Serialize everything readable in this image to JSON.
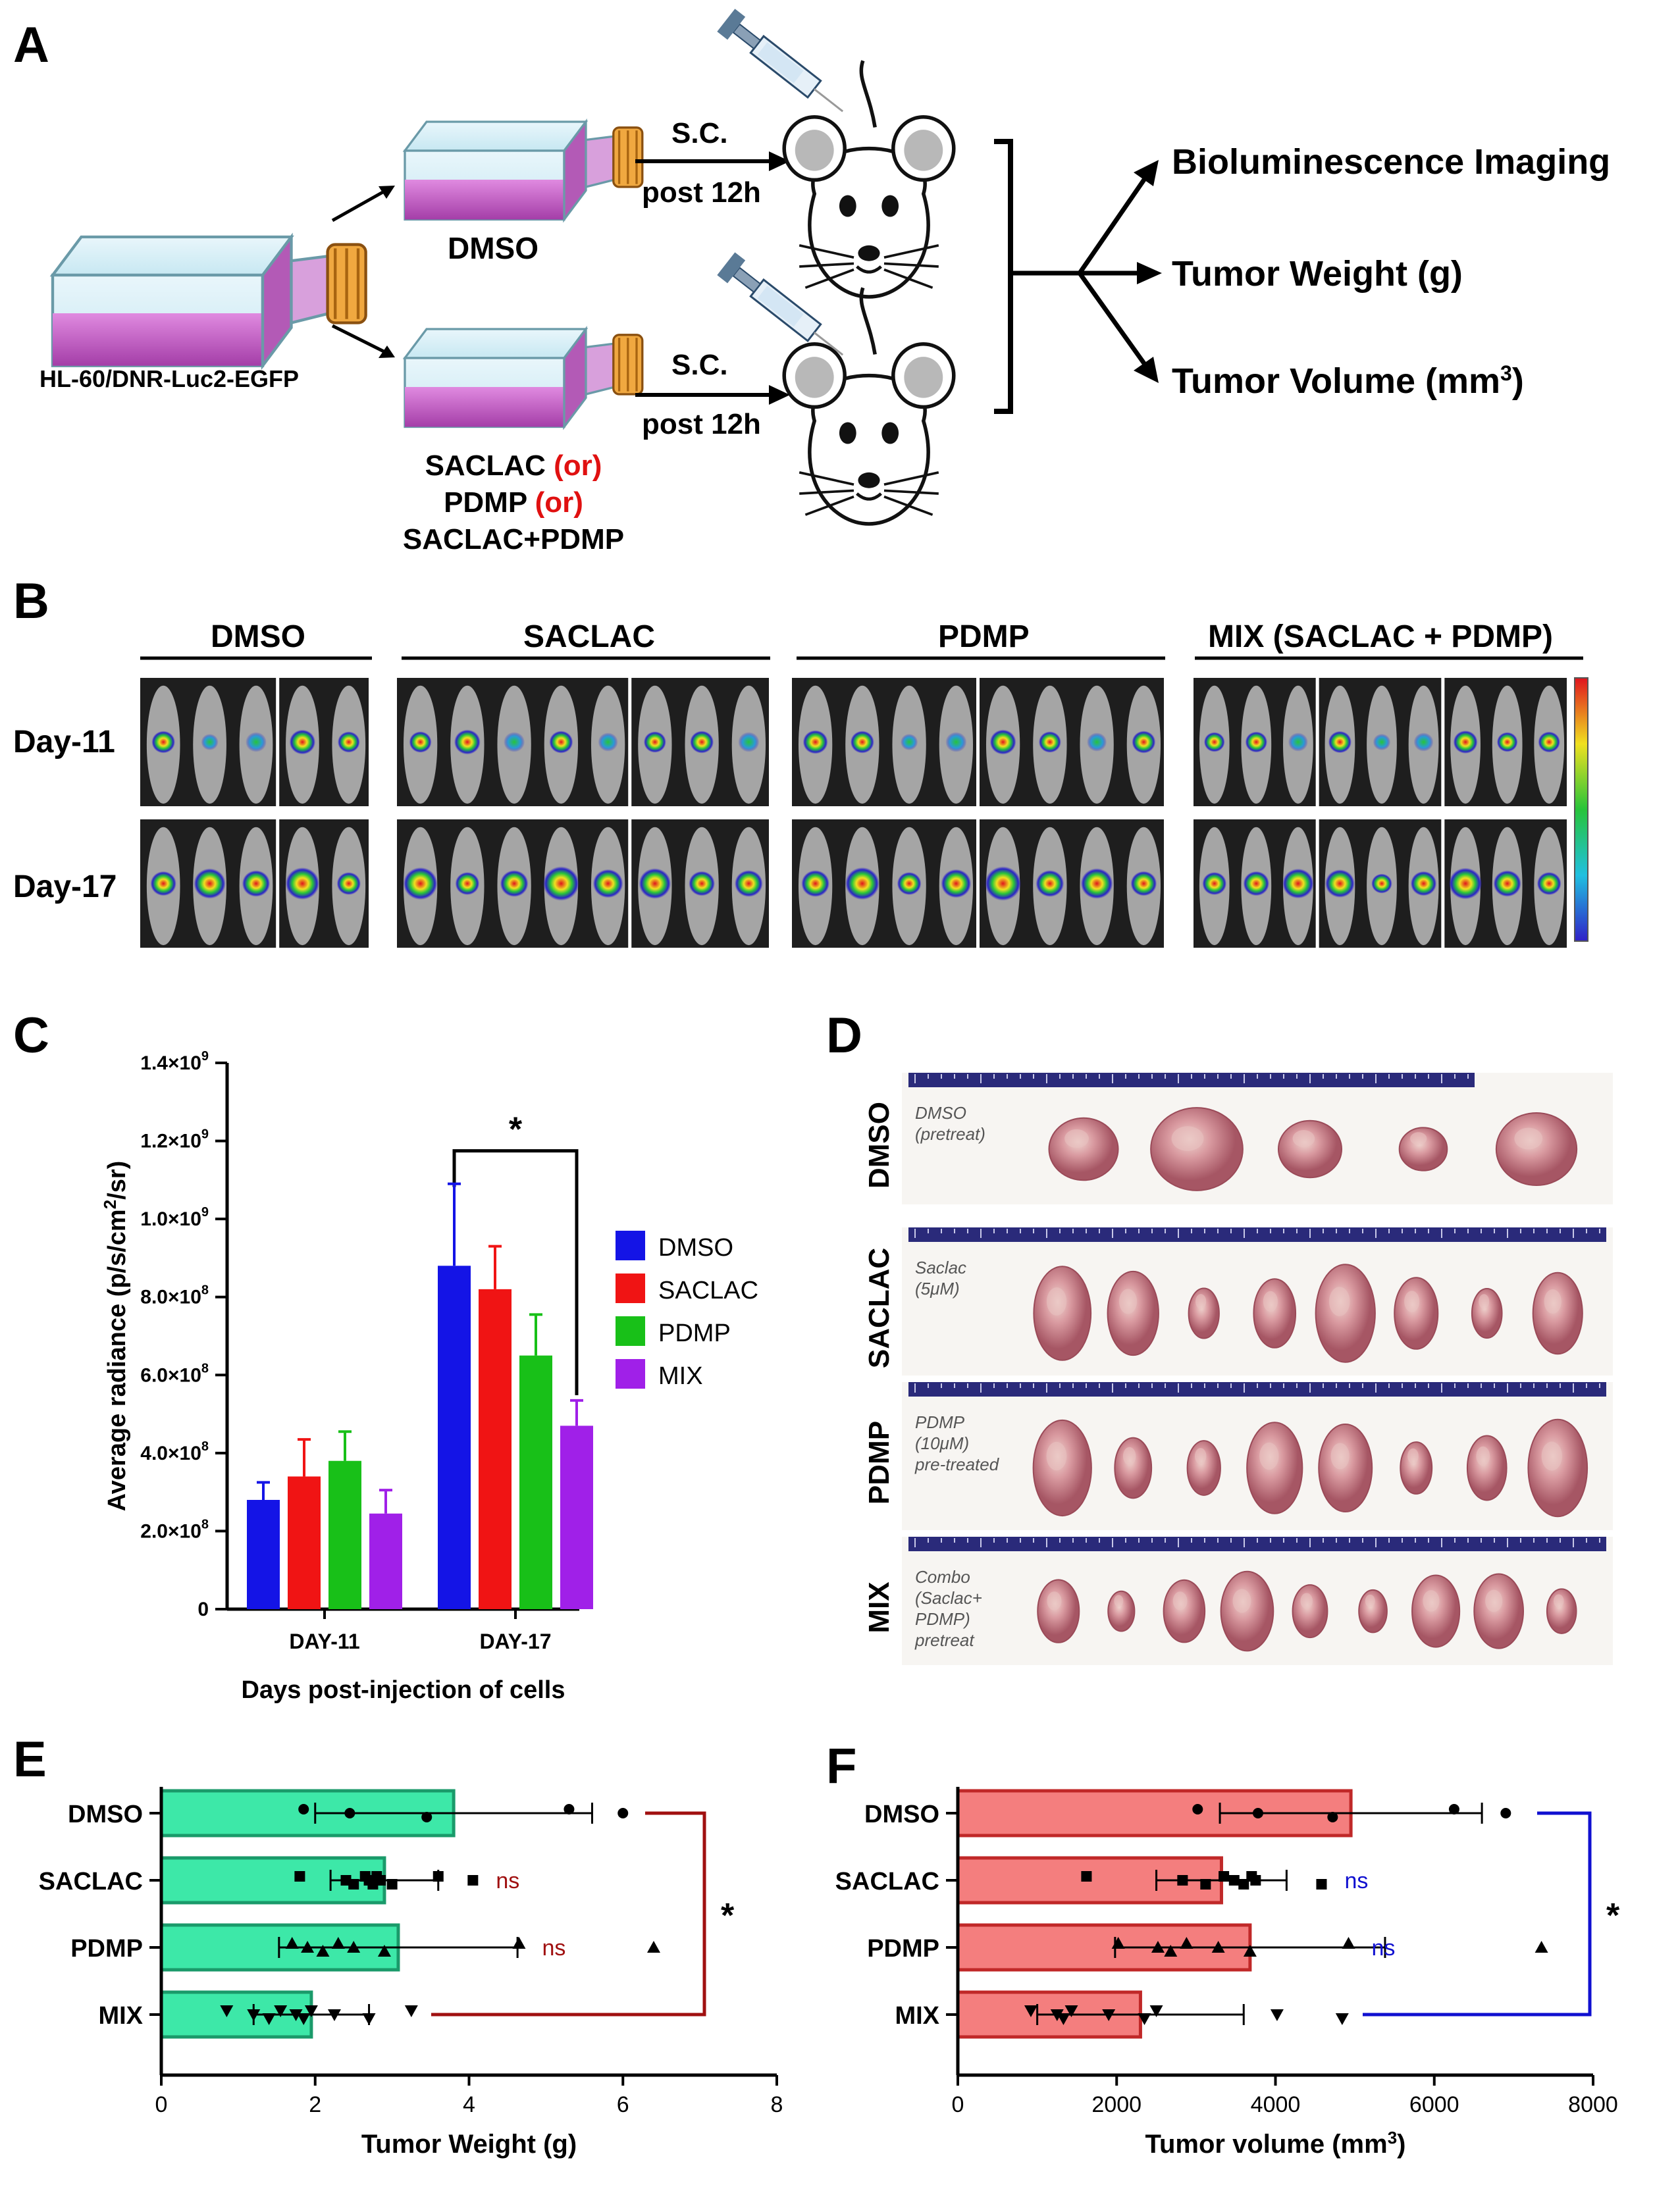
{
  "panels": {
    "a": "A",
    "b": "B",
    "c": "C",
    "d": "D",
    "e": "E",
    "f": "F"
  },
  "panelA": {
    "cell_line": "HL-60/DNR-Luc2-EGFP",
    "flask_top_label": "DMSO",
    "flask_bottom_lines": [
      [
        {
          "t": "SACLAC ",
          "c": "#000000"
        },
        {
          "t": "(or)",
          "c": "#e01010"
        }
      ],
      [
        {
          "t": "PDMP ",
          "c": "#000000"
        },
        {
          "t": "(or)",
          "c": "#e01010"
        }
      ],
      [
        {
          "t": "SACLAC+PDMP",
          "c": "#000000"
        }
      ]
    ],
    "route": "S.C.",
    "timing": "post 12h",
    "outcomes": [
      "Bioluminescence Imaging",
      "Tumor Weight (g)",
      "Tumor Volume (mm",
      "3",
      ")"
    ]
  },
  "panelB": {
    "groups": [
      "DMSO",
      "SACLAC",
      "PDMP",
      "MIX (SACLAC + PDMP)"
    ],
    "rows": [
      "Day-11",
      "Day-17"
    ],
    "colors": {
      "low": "#2a22c8",
      "mid": "#27c43a",
      "high": "#e0141e",
      "mouse": "#bdbdbd",
      "bg": "#1e1e1e"
    }
  },
  "panelC": {
    "ylabel": "Average radiance (p/s/cm",
    "ylabel_sup": "2",
    "ylabel_tail": "/sr)",
    "xlabel": "Days post-injection of cells",
    "yticks": [
      "0",
      "2.0×10",
      "4.0×10",
      "6.0×10",
      "8.0×10",
      "1.0×10",
      "1.2×10",
      "1.4×10"
    ],
    "ytick_sup": [
      "",
      "8",
      "8",
      "8",
      "8",
      "9",
      "9",
      "9"
    ],
    "star": "*"
  },
  "chart_data": [
    {
      "type": "bar",
      "categories": [
        "DAY-11",
        "DAY-17"
      ],
      "series": [
        {
          "name": "DMSO",
          "values": [
            280000000.0,
            880000000.0
          ],
          "err": [
            45000000.0,
            210000000.0
          ],
          "color": "#1414e6"
        },
        {
          "name": "SACLAC",
          "values": [
            340000000.0,
            820000000.0
          ],
          "err": [
            95000000.0,
            110000000.0
          ],
          "color": "#f01414"
        },
        {
          "name": "PDMP",
          "values": [
            380000000.0,
            650000000.0
          ],
          "err": [
            75000000.0,
            105000000.0
          ],
          "color": "#18c018"
        },
        {
          "name": "MIX",
          "values": [
            245000000.0,
            470000000.0
          ],
          "err": [
            60000000.0,
            65000000.0
          ],
          "color": "#a020e8"
        }
      ],
      "ylim": [
        0,
        1400000000.0
      ],
      "grid": false,
      "legend": "right"
    },
    {
      "type": "bar",
      "orientation": "horizontal",
      "categories": [
        "DMSO",
        "SACLAC",
        "PDMP",
        "MIX"
      ],
      "values": [
        3.8,
        2.9,
        3.08,
        1.95
      ],
      "err": [
        1.8,
        0.7,
        1.55,
        0.75
      ],
      "points": [
        [
          1.85,
          2.45,
          3.45,
          5.3,
          6.0
        ],
        [
          1.8,
          2.4,
          2.5,
          2.65,
          2.7,
          2.75,
          2.8,
          2.85,
          3.0,
          3.6,
          4.05
        ],
        [
          1.7,
          1.9,
          2.1,
          2.3,
          2.5,
          2.9,
          4.65,
          6.4
        ],
        [
          0.85,
          1.2,
          1.4,
          1.55,
          1.75,
          1.85,
          1.95,
          2.25,
          2.7,
          3.25
        ]
      ],
      "markers": [
        "circle",
        "square",
        "triangle",
        "triangle-down"
      ],
      "xlabel": "Tumor Weight (g)",
      "xlim": [
        0,
        8
      ],
      "xticks": [
        0,
        2,
        4,
        6,
        8
      ],
      "annotations": [
        "",
        "ns",
        "ns",
        ""
      ],
      "star": "*",
      "bar_color": "#3de8a8",
      "bracket_color": "#a01010"
    },
    {
      "type": "bar",
      "orientation": "horizontal",
      "categories": [
        "DMSO",
        "SACLAC",
        "PDMP",
        "MIX"
      ],
      "values": [
        4950,
        3320,
        3680,
        2300
      ],
      "err": [
        1650,
        820,
        1700,
        1300
      ],
      "points": [
        [
          3020,
          3780,
          4720,
          6250,
          6900
        ],
        [
          1620,
          2830,
          3120,
          3350,
          3480,
          3600,
          3700,
          3750,
          4580
        ],
        [
          2020,
          2520,
          2680,
          2880,
          3280,
          3680,
          4920,
          7350
        ],
        [
          920,
          1250,
          1330,
          1430,
          1900,
          2350,
          2500,
          4020,
          4840
        ]
      ],
      "markers": [
        "circle",
        "square",
        "triangle",
        "triangle-down"
      ],
      "xlabel": "Tumor volume (mm",
      "xlabel_sup": "3",
      "xlabel_tail": ")",
      "xlim": [
        0,
        8000
      ],
      "xticks": [
        0,
        2000,
        4000,
        6000,
        8000
      ],
      "annotations": [
        "",
        "ns",
        "ns",
        ""
      ],
      "star": "*",
      "bar_color": "#f47e7e",
      "bracket_color": "#1010d0"
    }
  ],
  "panelD": {
    "rows": [
      "DMSO",
      "SACLAC",
      "PDMP",
      "MIX"
    ],
    "notes": [
      [
        "DMSO",
        "(pretreat)"
      ],
      [
        "Saclac",
        "(5μM)"
      ],
      [
        "PDMP",
        "(10μM)",
        "pre-treated"
      ],
      [
        "Combo",
        "(Saclac+",
        "PDMP)",
        "pretreat"
      ]
    ],
    "tumor_counts": [
      5,
      8,
      8,
      9
    ],
    "colors": {
      "tumor": "#c97a82",
      "tumor_hi": "#e8c2c0",
      "ruler": "#2a2a7a",
      "paper": "#f7f5f2"
    }
  }
}
